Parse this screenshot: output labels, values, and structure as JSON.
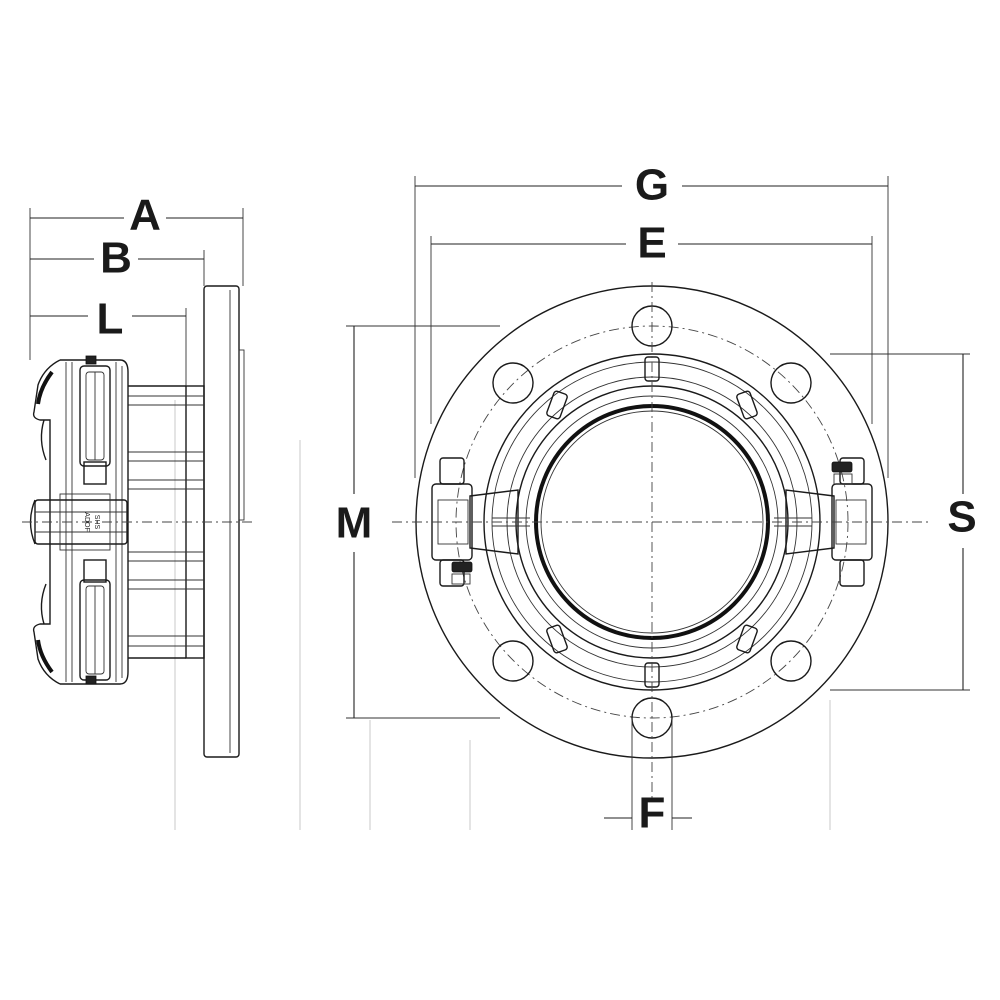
{
  "side_view": {
    "dimensions": {
      "a": "A",
      "b": "B",
      "l": "L"
    },
    "coupling_marking": [
      "SHS",
      "ADOF"
    ]
  },
  "front_view": {
    "dimensions": {
      "g": "G",
      "e": "E",
      "m": "M",
      "s": "S",
      "f": "F"
    }
  }
}
